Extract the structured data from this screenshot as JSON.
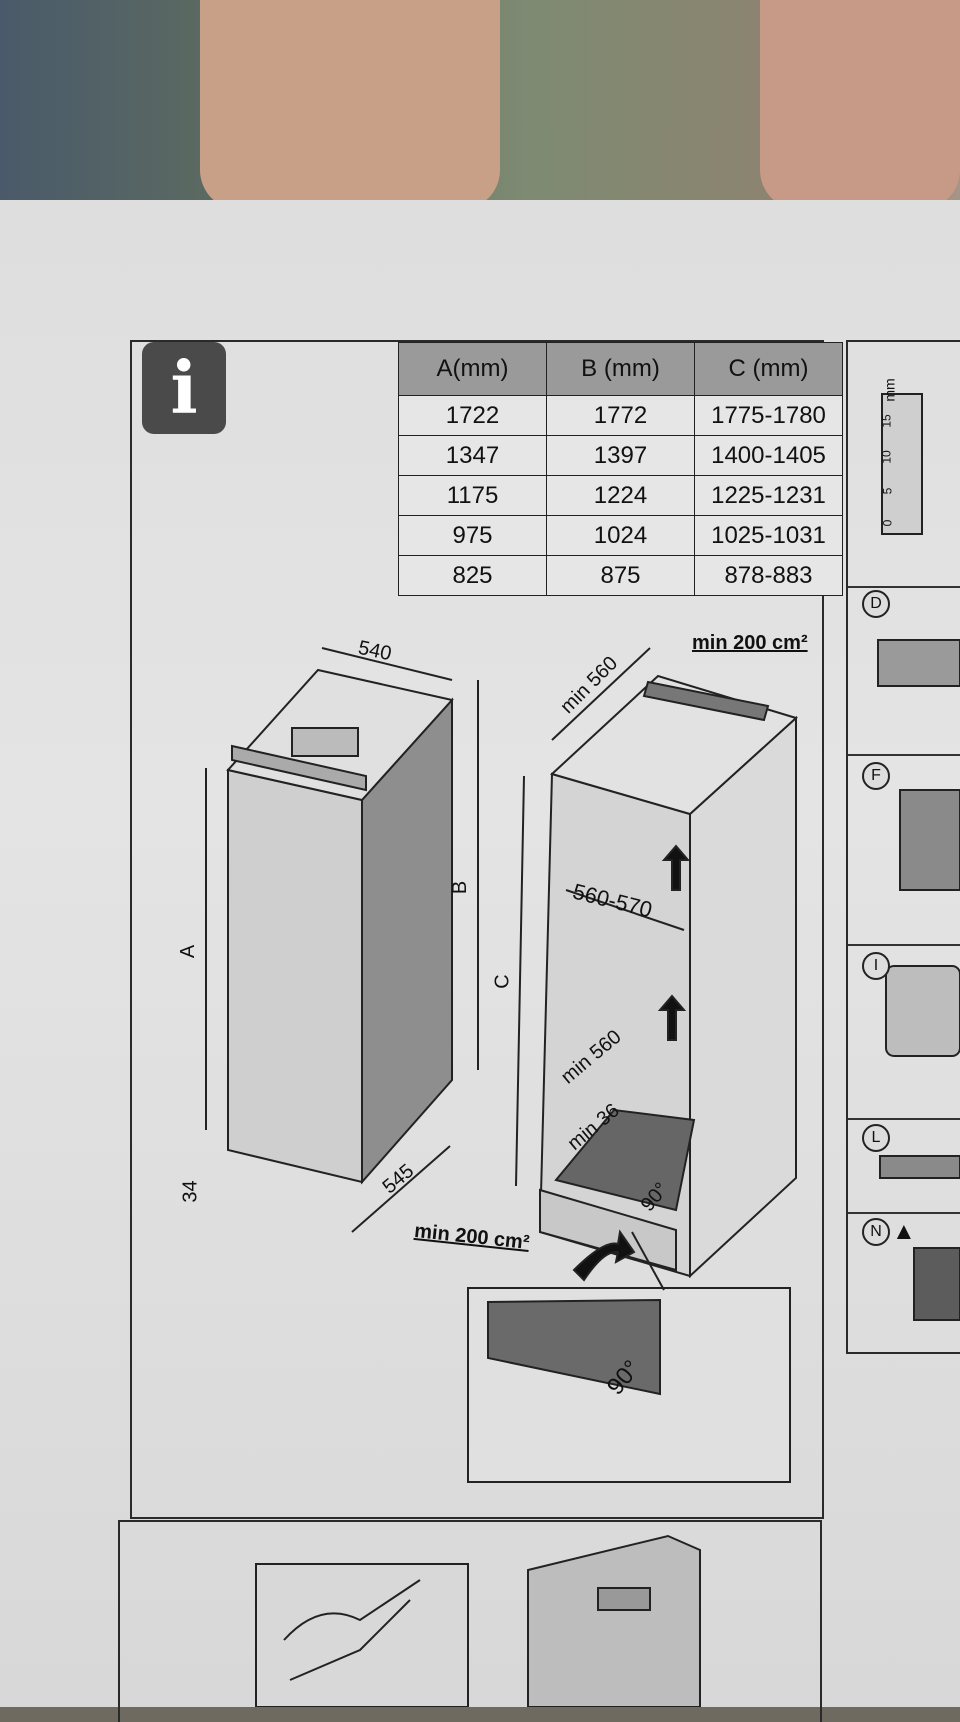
{
  "table": {
    "headers": [
      "A(mm)",
      "B (mm)",
      "C (mm)"
    ],
    "rows": [
      [
        "1722",
        "1772",
        "1775-1780"
      ],
      [
        "1347",
        "1397",
        "1400-1405"
      ],
      [
        "1175",
        "1224",
        "1225-1231"
      ],
      [
        "975",
        "1024",
        "1025-1031"
      ],
      [
        "825",
        "875",
        "878-883"
      ]
    ]
  },
  "info_icon": "i",
  "labels": {
    "width_540": "540",
    "depth_545": "545",
    "letter_a": "A",
    "letter_b": "B",
    "letter_c": "C",
    "foot_34": "34",
    "min_560_top": "min 560",
    "min_200_top": "min 200 cm²",
    "niche_560_570": "560-570",
    "min_560_mid": "min 560",
    "min_36": "min 36",
    "angle_90": "90°",
    "min_200_bottom": "min 200 cm²",
    "angle_90_detail": "90°"
  },
  "side_panel": {
    "ruler_unit": "mm",
    "ruler_ticks": [
      "0",
      "5",
      "10",
      "15"
    ],
    "markers": [
      "D",
      "F",
      "I",
      "L",
      "N"
    ],
    "warning_icon": "warning-triangle"
  }
}
